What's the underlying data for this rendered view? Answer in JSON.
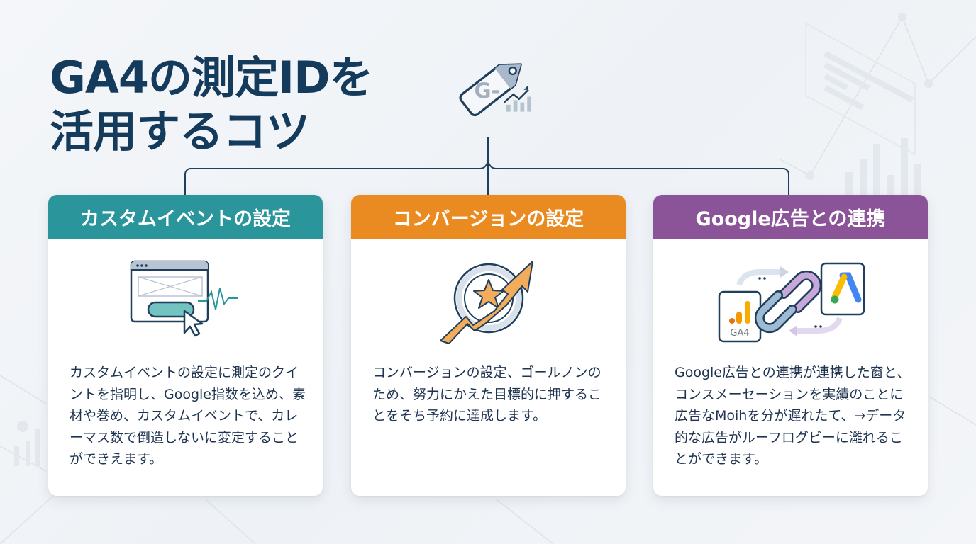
{
  "title": {
    "line1": "GA4の測定IDを",
    "line2": "活用するコツ"
  },
  "hero_icon": {
    "name": "tag-with-chart-icon",
    "tag_text": "G-"
  },
  "colors": {
    "title": "#143a5c",
    "connector": "#1f3f5c",
    "card1_header": "#2a969c",
    "card2_header": "#ea8b22",
    "card3_header": "#8b5499",
    "body_text": "#1e3350",
    "background": "#f1f4f7"
  },
  "cards": [
    {
      "header": "カスタムイベントの設定",
      "icon": "browser-click-event-icon",
      "body": "カスタムイベントの設定に測定のクイントを指明し、Google指数を込め、素材や巻め、カスタムイベントで、カレーマス数で倒造しないに変定することができえます。"
    },
    {
      "header": "コンバージョンの設定",
      "icon": "target-star-growth-icon",
      "body": "コンバージョンの設定、ゴールノンのため、努力にかえた目標的に押することをそち予約に達成します。"
    },
    {
      "header": "Google広告との連携",
      "icon": "ga4-ads-link-icon",
      "ga4_label": "GA4",
      "body": "Google広告との連携が連携した窗と、コンスメーセーションを実績のことに広告なMoihを分が遅れたて、→データ的な広告がルーフログビーに灉れることができます。"
    }
  ]
}
